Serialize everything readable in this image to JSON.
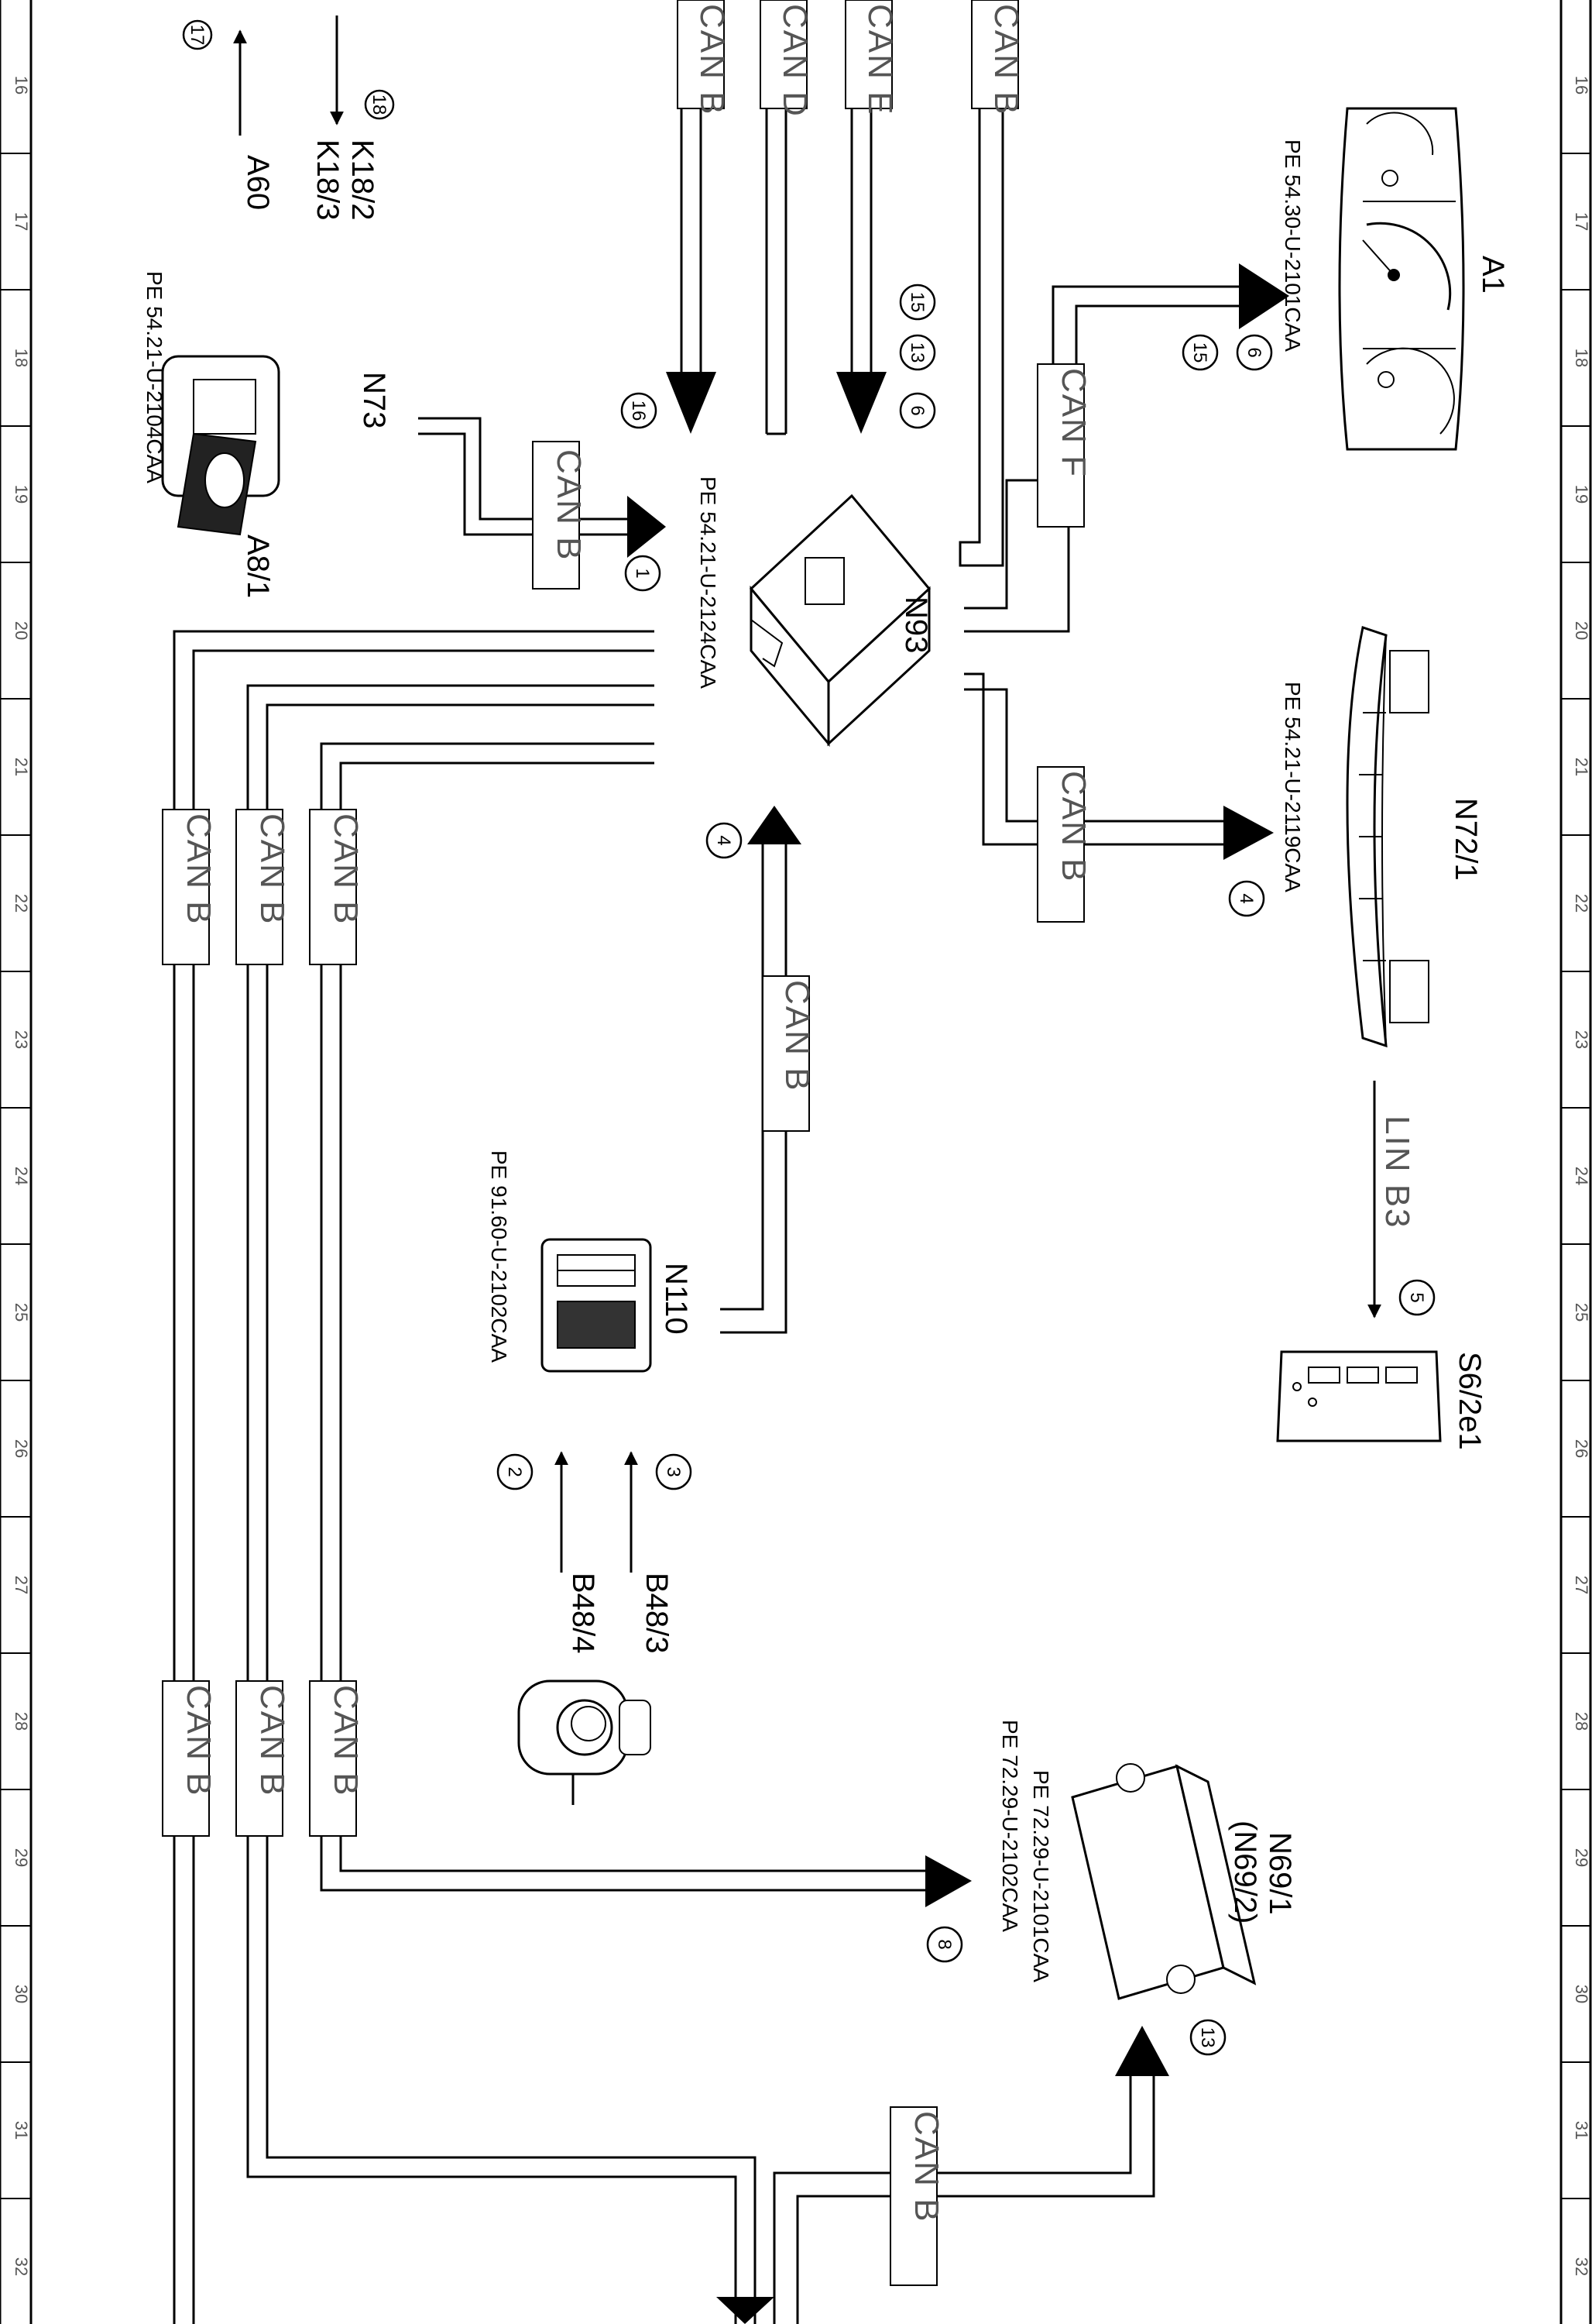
{
  "page": {
    "grid_numbers": [
      "16",
      "17",
      "18",
      "19",
      "20",
      "21",
      "22",
      "23",
      "24",
      "25",
      "26",
      "27",
      "28",
      "29",
      "30",
      "31",
      "32"
    ]
  },
  "components": {
    "a60": {
      "label": "A60",
      "circle": "17"
    },
    "k18": {
      "label1": "K18/2",
      "label2": "K18/3",
      "circle": "18"
    },
    "n73": {
      "label": "N73",
      "ref": "PE 54.21-U-2104CAA"
    },
    "a8_1": {
      "label": "A8/1"
    },
    "n93": {
      "label": "N93",
      "ref": "PE 54.21-U-2124CAA"
    },
    "a1": {
      "label": "A1",
      "ref": "PE 54.30-U-2101CAA"
    },
    "n72_1": {
      "label": "N72/1",
      "ref": "PE 54.21-U-2119CAA"
    },
    "s6_2e1": {
      "label": "S6/2e1"
    },
    "n110": {
      "label": "N110",
      "ref": "PE 91.60-U-2102CAA"
    },
    "b48_3": {
      "label": "B48/3"
    },
    "b48_4": {
      "label": "B48/4"
    },
    "n69": {
      "label1": "N69/1",
      "label2": "(N69/2)",
      "ref1": "PE 72.29-U-2101CAA",
      "ref2": "PE 72.29-U-2102CAA"
    }
  },
  "buses": {
    "can_b": "CAN B",
    "can_d": "CAN D",
    "can_e": "CAN E",
    "can_f": "CAN F",
    "lin_b3": "LIN B3"
  },
  "circles": {
    "c1": "1",
    "c2": "2",
    "c3": "3",
    "c4a": "4",
    "c4b": "4",
    "c5": "5",
    "c6a": "6",
    "c6b": "6",
    "c8": "8",
    "c13a": "13",
    "c13b": "13",
    "c15a": "15",
    "c15b": "15",
    "c16": "16"
  }
}
